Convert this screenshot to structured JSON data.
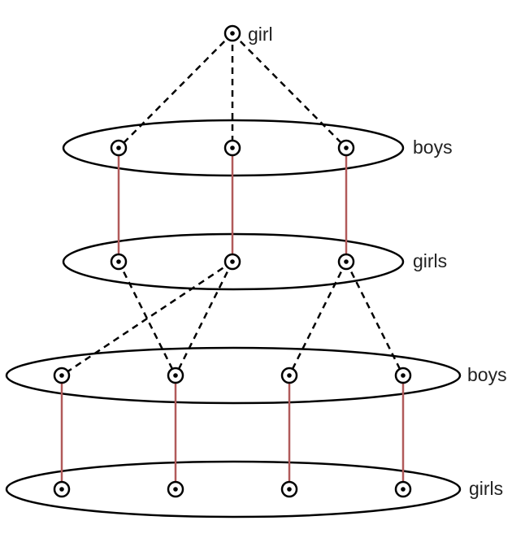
{
  "top_node": {
    "label": "girl"
  },
  "groups": [
    {
      "id": "g1",
      "label": "boys",
      "node_count": 3
    },
    {
      "id": "g2",
      "label": "girls",
      "node_count": 3
    },
    {
      "id": "g3",
      "label": "boys",
      "node_count": 4
    },
    {
      "id": "g4",
      "label": "girls",
      "node_count": 4
    }
  ],
  "edges": {
    "dashed": [
      [
        "top",
        "g1.0"
      ],
      [
        "top",
        "g1.1"
      ],
      [
        "top",
        "g1.2"
      ],
      [
        "g2.0",
        "g3.1"
      ],
      [
        "g2.1",
        "g3.0"
      ],
      [
        "g2.1",
        "g3.1"
      ],
      [
        "g2.2",
        "g3.2"
      ],
      [
        "g2.2",
        "g3.3"
      ]
    ],
    "solid": [
      [
        "g1.0",
        "g2.0"
      ],
      [
        "g1.1",
        "g2.1"
      ],
      [
        "g1.2",
        "g2.2"
      ],
      [
        "g3.0",
        "g4.0"
      ],
      [
        "g3.1",
        "g4.1"
      ],
      [
        "g3.2",
        "g4.2"
      ],
      [
        "g3.3",
        "g4.3"
      ]
    ]
  },
  "colors": {
    "stroke": "#000000",
    "solid_edge": "#b15a5a",
    "text": "#222222"
  }
}
